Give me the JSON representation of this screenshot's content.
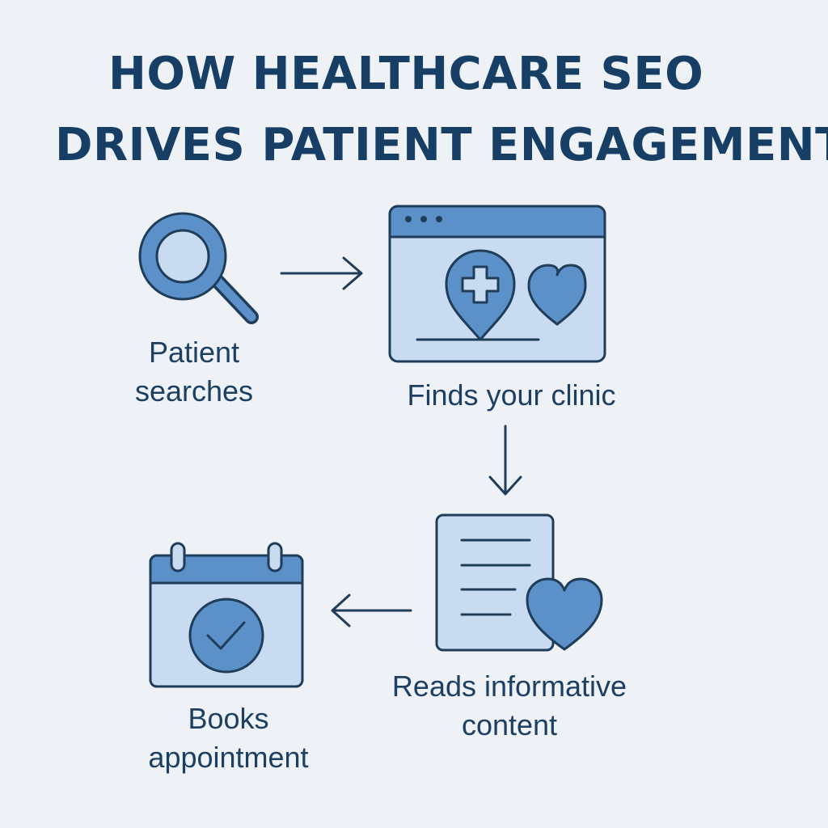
{
  "title": {
    "line1": "HOW HEALTHCARE SEO",
    "line2": "DRIVES PATIENT ENGAGEMENT"
  },
  "steps": [
    {
      "lines": [
        "Patient",
        "searches"
      ],
      "icon": "magnifying-glass-icon"
    },
    {
      "lines": [
        "Finds your clinic"
      ],
      "icon": "browser-window-icon"
    },
    {
      "lines": [
        "Reads informative",
        "content"
      ],
      "icon": "document-heart-icon"
    },
    {
      "lines": [
        "Books",
        "appointment"
      ],
      "icon": "calendar-check-icon"
    }
  ],
  "colors": {
    "background": "#eef2f6",
    "title": "#173f66",
    "outline": "#1f3d59",
    "primary_blue": "#5b90c9",
    "light_blue": "#c8dbf0",
    "label": "#1d3f61"
  }
}
